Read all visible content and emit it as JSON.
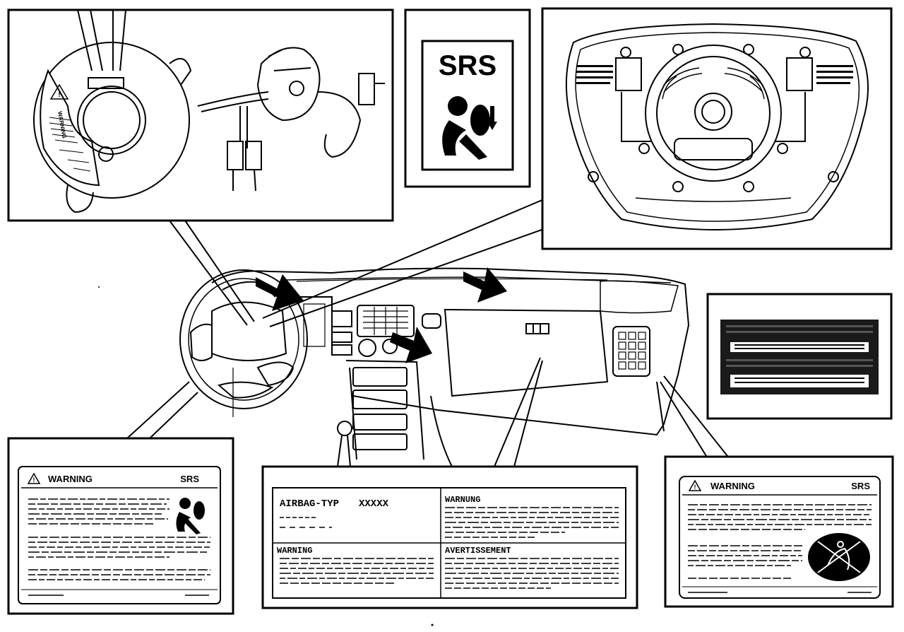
{
  "srs_sign": {
    "title": "SRS"
  },
  "label_left": {
    "heading": "WARNING",
    "tag": "SRS"
  },
  "label_center": {
    "airbag_type_label": "AIRBAG-TYP",
    "airbag_type_value": "XXXXX",
    "section_warning_de": "WARNUNG",
    "section_warning_en": "WARNING",
    "section_warning_fr": "AVERTISSEMENT"
  },
  "label_right": {
    "heading": "WARNING",
    "tag": "SRS"
  },
  "clock_spring_label": {
    "heading": "WARNING"
  }
}
